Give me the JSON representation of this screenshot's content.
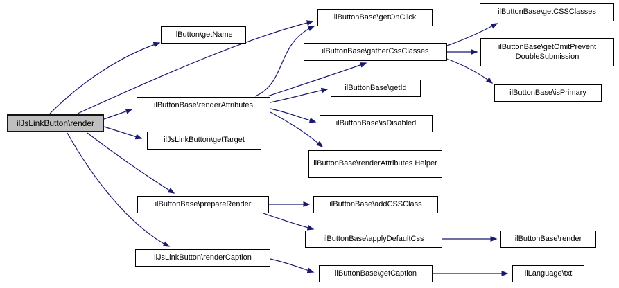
{
  "diagram": {
    "kind": "doxygen-call-graph",
    "edge_color": "#191970",
    "node_fill": "#ffffff",
    "node_border_color": "#000000",
    "root_node_fill": "#bfbfbf",
    "nodes": [
      {
        "id": "root",
        "label": "ilJsLinkButton\\render",
        "is_root": true
      },
      {
        "id": "getName",
        "label": "ilButton\\getName",
        "is_root": false
      },
      {
        "id": "getOnClick",
        "label": "ilButtonBase\\getOnClick",
        "is_root": false
      },
      {
        "id": "getCSSClasses",
        "label": "ilButtonBase\\getCSSClasses",
        "is_root": false
      },
      {
        "id": "gatherCssClasses",
        "label": "ilButtonBase\\gatherCssClasses",
        "is_root": false
      },
      {
        "id": "getOmitPrevent",
        "label": "ilButtonBase\\getOmitPrevent DoubleSubmission",
        "is_root": false
      },
      {
        "id": "isPrimary",
        "label": "ilButtonBase\\isPrimary",
        "is_root": false
      },
      {
        "id": "getId",
        "label": "ilButtonBase\\getId",
        "is_root": false
      },
      {
        "id": "renderAttributes",
        "label": "ilButtonBase\\renderAttributes",
        "is_root": false
      },
      {
        "id": "isDisabled",
        "label": "ilButtonBase\\isDisabled",
        "is_root": false
      },
      {
        "id": "getTarget",
        "label": "ilJsLinkButton\\getTarget",
        "is_root": false
      },
      {
        "id": "renderAttributesHelper",
        "label": "ilButtonBase\\renderAttributes Helper",
        "is_root": false
      },
      {
        "id": "prepareRender",
        "label": "ilButtonBase\\prepareRender",
        "is_root": false
      },
      {
        "id": "addCSSClass",
        "label": "ilButtonBase\\addCSSClass",
        "is_root": false
      },
      {
        "id": "applyDefaultCss",
        "label": "ilButtonBase\\applyDefaultCss",
        "is_root": false
      },
      {
        "id": "render",
        "label": "ilButtonBase\\render",
        "is_root": false
      },
      {
        "id": "renderCaption",
        "label": "ilJsLinkButton\\renderCaption",
        "is_root": false
      },
      {
        "id": "getCaption",
        "label": "ilButtonBase\\getCaption",
        "is_root": false
      },
      {
        "id": "txt",
        "label": "ilLanguage\\txt",
        "is_root": false
      }
    ],
    "edges": [
      {
        "from": "root",
        "to": "getName"
      },
      {
        "from": "root",
        "to": "getOnClick"
      },
      {
        "from": "root",
        "to": "renderAttributes"
      },
      {
        "from": "root",
        "to": "getTarget"
      },
      {
        "from": "root",
        "to": "prepareRender"
      },
      {
        "from": "root",
        "to": "renderCaption"
      },
      {
        "from": "renderAttributes",
        "to": "getOnClick"
      },
      {
        "from": "renderAttributes",
        "to": "gatherCssClasses"
      },
      {
        "from": "renderAttributes",
        "to": "getId"
      },
      {
        "from": "renderAttributes",
        "to": "isDisabled"
      },
      {
        "from": "renderAttributes",
        "to": "renderAttributesHelper"
      },
      {
        "from": "gatherCssClasses",
        "to": "getCSSClasses"
      },
      {
        "from": "gatherCssClasses",
        "to": "getOmitPrevent"
      },
      {
        "from": "gatherCssClasses",
        "to": "isPrimary"
      },
      {
        "from": "prepareRender",
        "to": "addCSSClass"
      },
      {
        "from": "prepareRender",
        "to": "applyDefaultCss"
      },
      {
        "from": "applyDefaultCss",
        "to": "render"
      },
      {
        "from": "renderCaption",
        "to": "getCaption"
      },
      {
        "from": "getCaption",
        "to": "txt"
      }
    ]
  }
}
